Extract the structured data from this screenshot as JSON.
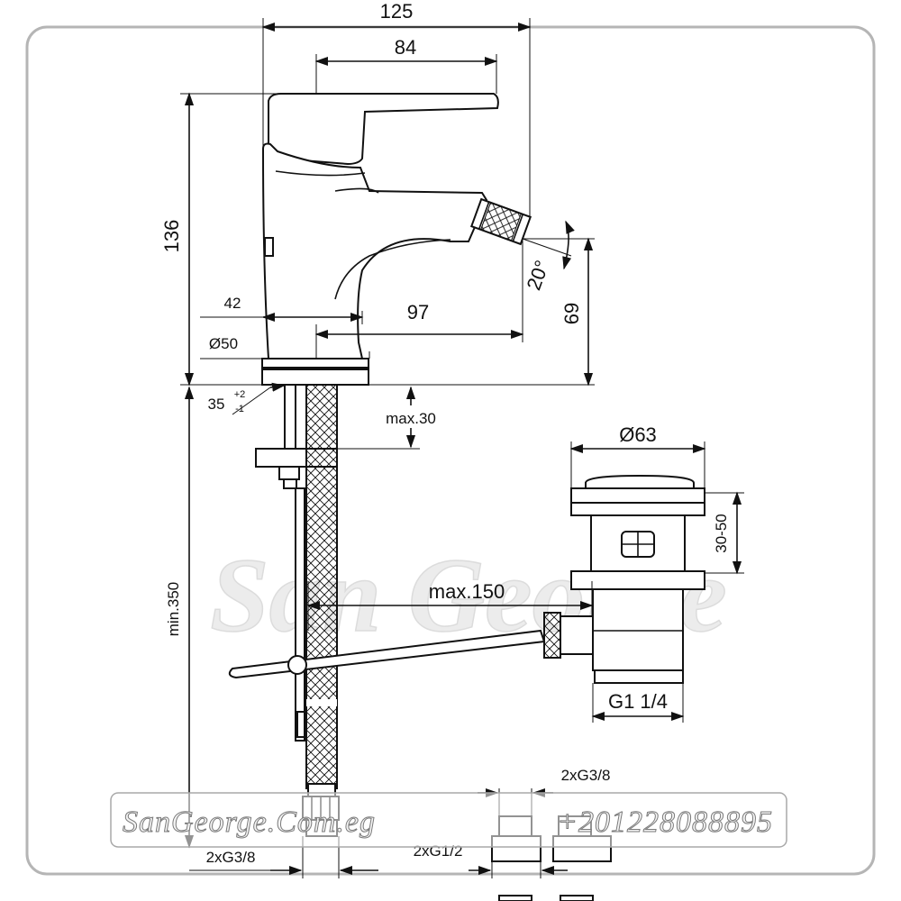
{
  "dimensions": {
    "overall_width": "125",
    "handle_offset": "84",
    "overall_height": "136",
    "base_offset": "42",
    "spout_reach": "97",
    "spout_angle": "20°",
    "spout_height": "69",
    "base_diameter": "Ø50",
    "hole_diameter_value": "35",
    "hole_tol_plus": "+2",
    "hole_tol_minus": "-1",
    "deck_thickness": "max.30",
    "waste_diameter": "Ø63",
    "waste_range": "30-50",
    "rod_length": "max.150",
    "waste_thread": "G1 1/4",
    "hose_length": "min.350",
    "hose_thread": "2xG3/8",
    "valve_inlet_thread": "2xG1/2",
    "valve_outlet_thread": "2xG3/8"
  },
  "watermark": {
    "brand": "San George",
    "website": "SanGeorge.Com.eg",
    "phone": "+201228088895"
  }
}
